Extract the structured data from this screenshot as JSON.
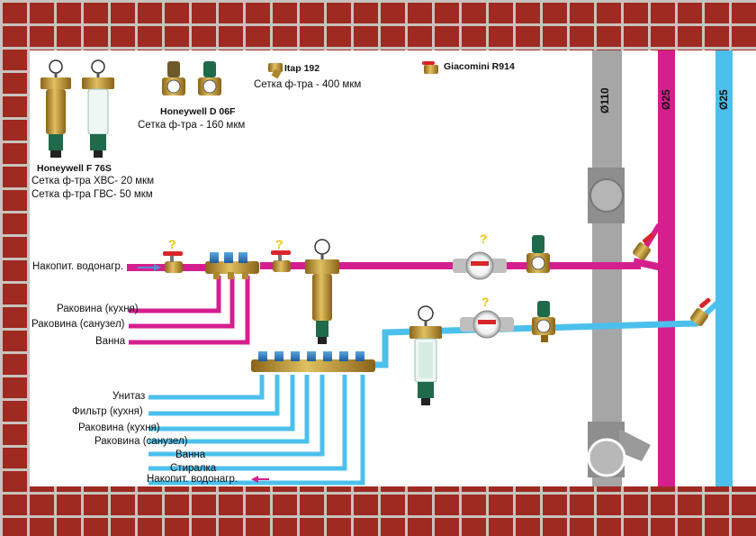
{
  "colors": {
    "hot": "#d61f8f",
    "cold": "#4cc0ec",
    "sewer": "#a6a6a6",
    "brass": "#c9a03a",
    "valve_red": "#d8262a",
    "question": "#f2c400"
  },
  "products": {
    "f76s": {
      "model": "Honeywell F 76S",
      "spec1": "Сетка ф-тра ХВС- 20 мкм",
      "spec2": "Сетка ф-тра ГВС- 50 мкм"
    },
    "d06f": {
      "model": "Honeywell D 06F",
      "spec": "Сетка ф-тра - 160 мкм"
    },
    "itap": {
      "model": "Itap 192",
      "spec": "Сетка ф-тра - 400 мкм"
    },
    "giacomini": {
      "model": "Giacomini R914"
    }
  },
  "risers": {
    "sewer": "Ø110",
    "hot": "Ø25",
    "cold": "Ø25"
  },
  "hot_line": {
    "boiler": "Накопит. водонагр.",
    "outlets": [
      "Раковина (кухня)",
      "Раковина (санузел)",
      "Ванна"
    ]
  },
  "cold_line": {
    "outlets": [
      "Унитаз",
      "Фильтр (кухня)",
      "Раковина (кухня)",
      "Раковина (санузел)",
      "Ванна",
      "Стиралка",
      "Накопит. водонагр."
    ]
  },
  "question_mark": "?"
}
